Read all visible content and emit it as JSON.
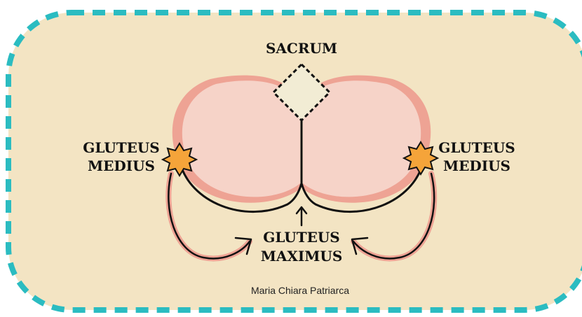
{
  "labels": {
    "sacrum": "SACRUM",
    "gluteus_medius_left": [
      "GLUTEUS",
      "MEDIUS"
    ],
    "gluteus_medius_right": [
      "GLUTEUS",
      "MEDIUS"
    ],
    "gluteus_maximus": [
      "GLUTEUS",
      "MAXIMUS"
    ]
  },
  "credit": "Maria Chiara Patriarca",
  "colors": {
    "panel_fill": "#f3e4c3",
    "panel_border": "#2bbcc1",
    "gluteus_fill": "#f6d3c8",
    "gluteus_rim": "#eea394",
    "sacrum_fill": "#f2ecd4",
    "star_fill": "#f5a43a",
    "outline": "#111111"
  }
}
